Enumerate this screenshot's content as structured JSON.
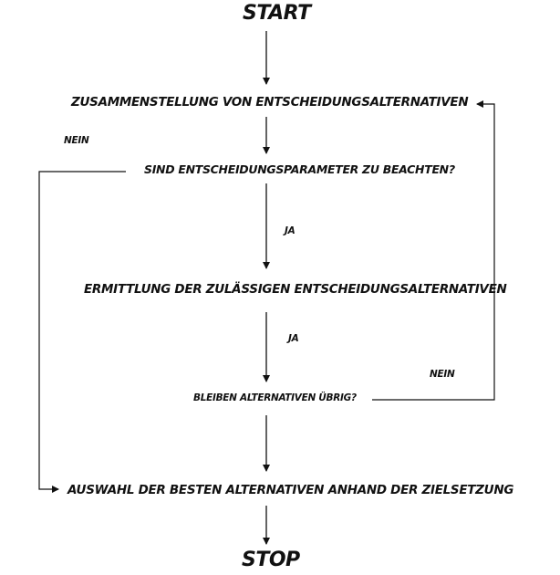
{
  "flowchart": {
    "start": "START",
    "stop": "STOP",
    "steps": {
      "compile_alternatives": "ZUSAMMENSTELLUNG VON ENTSCHEIDUNGSALTERNATIVEN",
      "check_parameters": "SIND ENTSCHEIDUNGSPARAMETER ZU BEACHTEN?",
      "determine_admissible": "ERMITTLUNG DER ZULÄSSIGEN ENTSCHEIDUNGSALTERNATIVEN",
      "remaining_check": "BLEIBEN ALTERNATIVEN ÜBRIG?",
      "select_best": "AUSWAHL DER BESTEN ALTERNATIVEN ANHAND DER ZIELSETZUNG"
    },
    "edge_labels": {
      "no_parameters": "NEIN",
      "yes_parameters": "JA",
      "yes_remaining": "JA",
      "no_remaining": "NEIN"
    }
  }
}
